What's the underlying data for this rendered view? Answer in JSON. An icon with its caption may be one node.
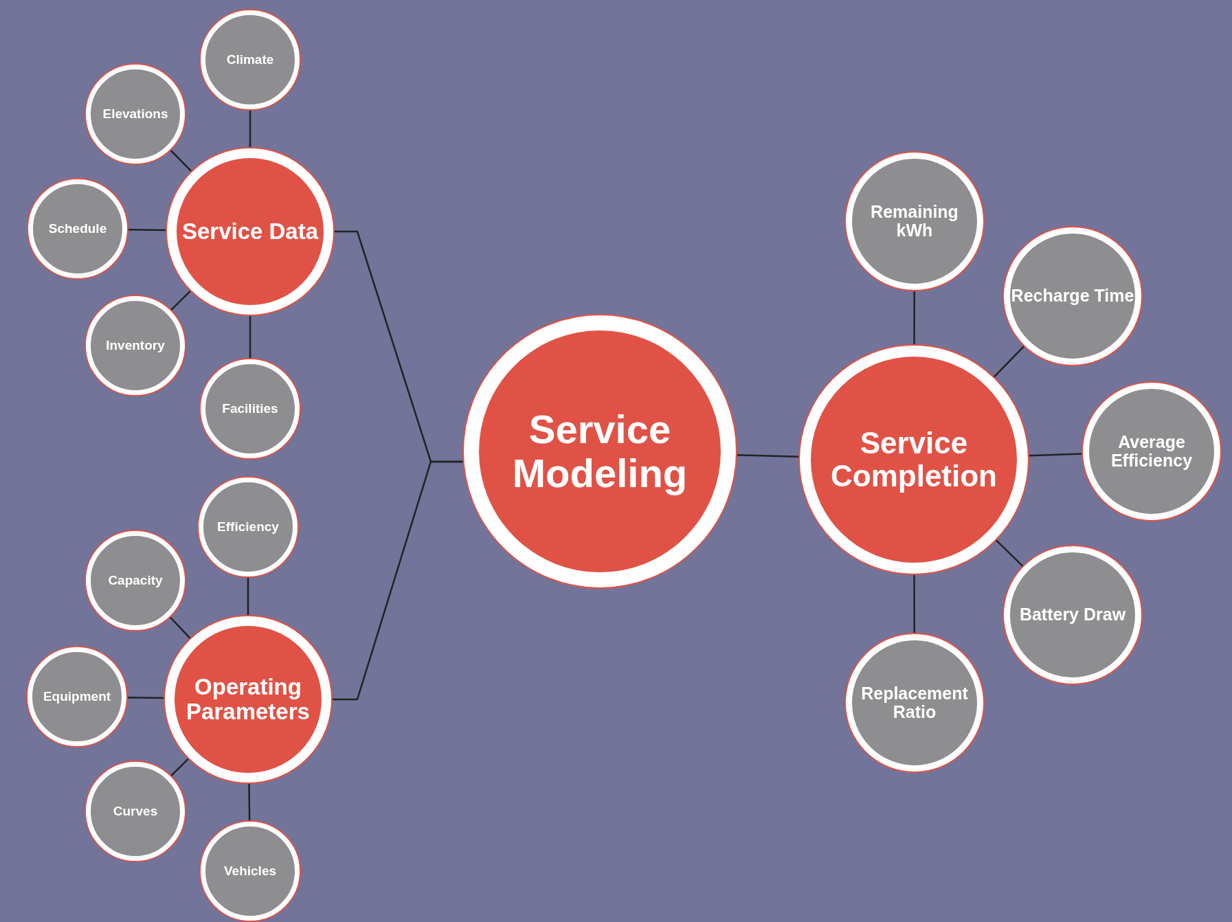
{
  "diagram": {
    "nodes": [
      {
        "text": [
          "Service Data"
        ]
      },
      {
        "text": [
          "Climate"
        ]
      },
      {
        "text": [
          "Elevations"
        ]
      },
      {
        "text": [
          "Schedule"
        ]
      },
      {
        "text": [
          "Inventory"
        ]
      },
      {
        "text": [
          "Facilities"
        ]
      },
      {
        "text": [
          "Operating Parameters"
        ]
      },
      {
        "text": [
          "Efficiency"
        ]
      },
      {
        "text": [
          "Capacity"
        ]
      },
      {
        "text": [
          "Equipment"
        ]
      },
      {
        "text": [
          "Curves"
        ]
      },
      {
        "text": [
          "Vehicles"
        ]
      },
      {
        "text": [
          "Service Modeling"
        ]
      },
      {
        "text": [
          "Service Completion"
        ]
      },
      {
        "text": [
          "Remaining kWh"
        ]
      },
      {
        "text": [
          "Recharge Time"
        ]
      },
      {
        "text": [
          "Average Efficiency"
        ]
      },
      {
        "text": [
          "Battery Draw"
        ]
      },
      {
        "text": [
          "Replacement Ratio"
        ]
      }
    ],
    "edges": [
      {
        "from": 1,
        "to": 0,
        "arrow": "none"
      },
      {
        "from": 2,
        "to": 0,
        "arrow": "none"
      },
      {
        "from": 3,
        "to": 0,
        "arrow": "none"
      },
      {
        "from": 4,
        "to": 0,
        "arrow": "none"
      },
      {
        "from": 5,
        "to": 0,
        "arrow": "none"
      },
      {
        "from": 7,
        "to": 6,
        "arrow": "none"
      },
      {
        "from": 8,
        "to": 6,
        "arrow": "none"
      },
      {
        "from": 9,
        "to": 6,
        "arrow": "none"
      },
      {
        "from": 10,
        "to": 6,
        "arrow": "none"
      },
      {
        "from": 11,
        "to": 6,
        "arrow": "none"
      },
      {
        "from": 0,
        "to": 12,
        "arrow": "none"
      },
      {
        "from": 6,
        "to": 12,
        "arrow": "none"
      },
      {
        "from": 12,
        "to": 13,
        "arrow": "none"
      },
      {
        "from": 13,
        "to": 14,
        "arrow": "none"
      },
      {
        "from": 13,
        "to": 15,
        "arrow": "none"
      },
      {
        "from": 13,
        "to": 16,
        "arrow": "none"
      },
      {
        "from": 13,
        "to": 17,
        "arrow": "none"
      },
      {
        "from": 13,
        "to": 18,
        "arrow": "none"
      }
    ]
  }
}
